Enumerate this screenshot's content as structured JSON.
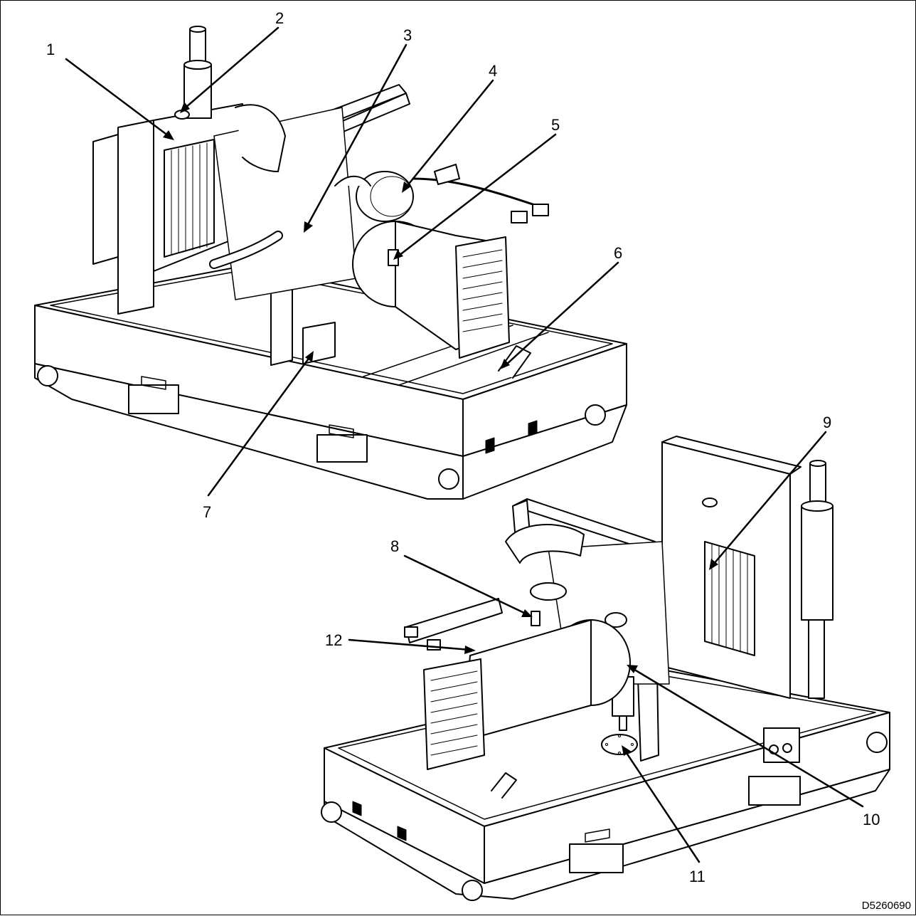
{
  "callouts": [
    {
      "id": "1",
      "label": "1"
    },
    {
      "id": "2",
      "label": "2"
    },
    {
      "id": "3",
      "label": "3"
    },
    {
      "id": "4",
      "label": "4"
    },
    {
      "id": "5",
      "label": "5"
    },
    {
      "id": "6",
      "label": "6"
    },
    {
      "id": "7",
      "label": "7"
    },
    {
      "id": "8",
      "label": "8"
    },
    {
      "id": "9",
      "label": "9"
    },
    {
      "id": "10",
      "label": "10"
    },
    {
      "id": "11",
      "label": "11"
    },
    {
      "id": "12",
      "label": "12"
    }
  ],
  "drawing_code": "D5260690"
}
